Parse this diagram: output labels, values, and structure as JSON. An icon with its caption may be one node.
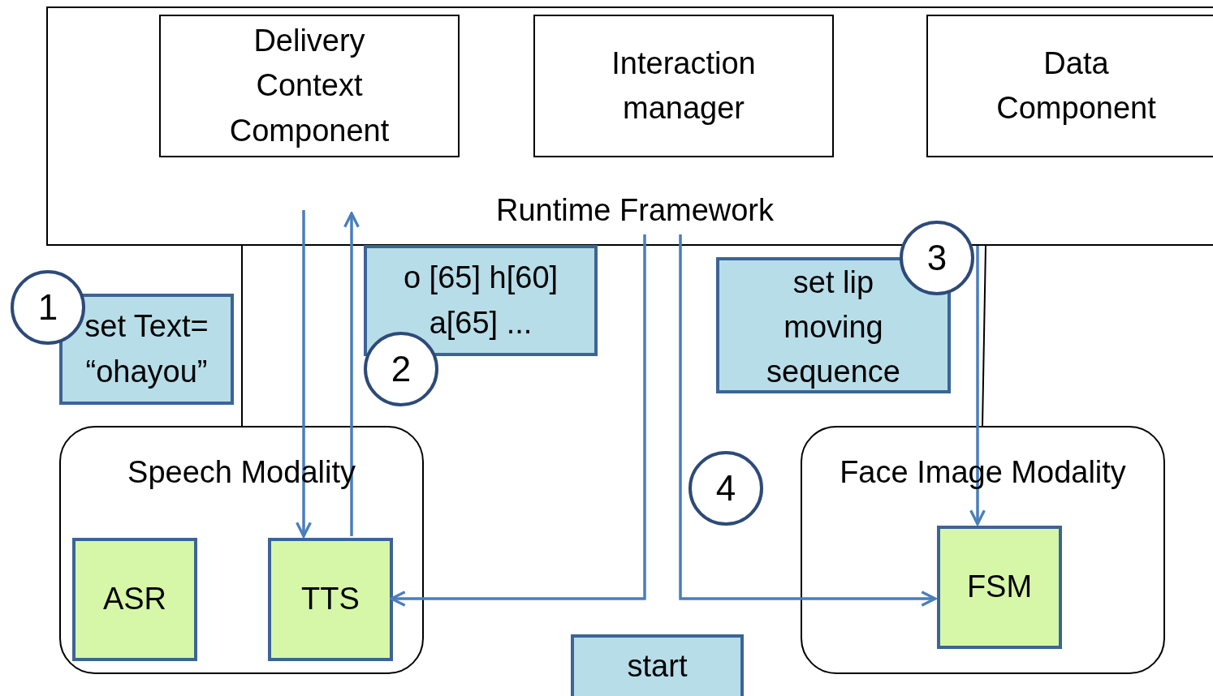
{
  "diagram": {
    "nodes": [
      {
        "text": [
          "Runtime Framework"
        ]
      },
      {
        "text": [
          "Delivery Context Component"
        ],
        "in": 0
      },
      {
        "text": [
          "Interaction manager"
        ],
        "in": 0
      },
      {
        "text": [
          "Data Component"
        ],
        "in": 0
      },
      {
        "text": [
          "set Text= “ohayou”"
        ]
      },
      {
        "text": [
          "1"
        ]
      },
      {
        "text": [
          "o [65] h[60] a[65] ..."
        ]
      },
      {
        "text": [
          "2"
        ]
      },
      {
        "text": [
          "set lip moving sequence"
        ]
      },
      {
        "text": [
          "3"
        ]
      },
      {
        "text": [
          "Speech Modality"
        ]
      },
      {
        "text": [
          "ASR"
        ],
        "in": 10
      },
      {
        "text": [
          "TTS"
        ],
        "in": 10
      },
      {
        "text": [
          "4"
        ]
      },
      {
        "text": [
          "Face Image Modality"
        ]
      },
      {
        "text": [
          "FSM"
        ],
        "in": 14
      },
      {
        "text": [
          "start"
        ]
      }
    ],
    "edges": [
      {
        "from": 0,
        "to": 12,
        "arrow": "to"
      },
      {
        "from": 12,
        "to": 0,
        "arrow": "to"
      },
      {
        "from": 0,
        "to": 15,
        "arrow": "to"
      },
      {
        "from": 0,
        "to": 12,
        "arrow": "to"
      },
      {
        "from": 0,
        "to": 15,
        "arrow": "to"
      },
      {
        "from": 0,
        "to": 10,
        "arrow": "none",
        "color": "#000000"
      },
      {
        "from": 0,
        "to": 14,
        "arrow": "none",
        "color": "#000000"
      }
    ]
  }
}
